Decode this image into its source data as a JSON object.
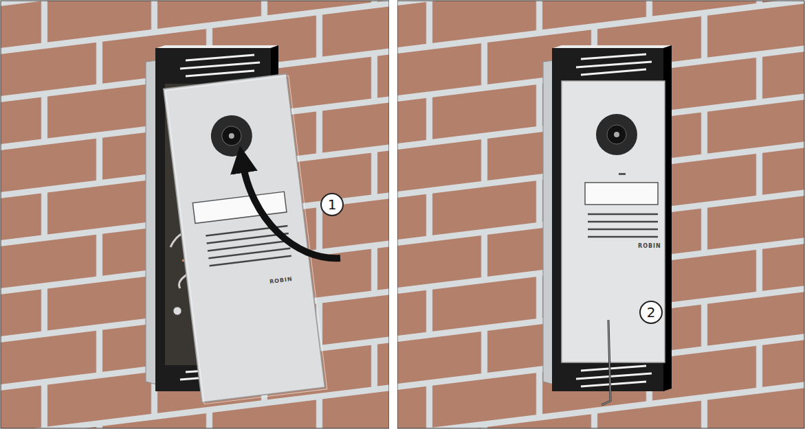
{
  "diagram": {
    "labels": [
      "ROBIN",
      "1",
      "ROBIN",
      "2"
    ]
  }
}
